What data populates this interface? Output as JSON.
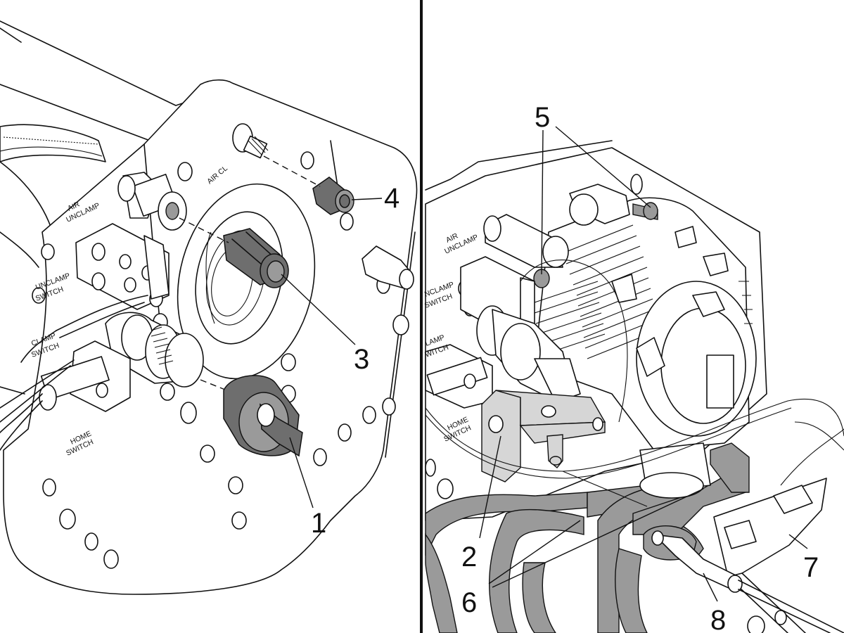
{
  "left_panel": {
    "labels": {
      "air_unclamp_1": "AIR",
      "air_unclamp_2": "UNCLAMP",
      "air_clamp": "AIR CL",
      "unclamp_switch_1": "UNCLAMP",
      "unclamp_switch_2": "SWITCH",
      "clamp_switch_1": "CLAMP",
      "clamp_switch_2": "SWITCH",
      "home_switch_1": "HOME",
      "home_switch_2": "SWITCH"
    },
    "callouts": {
      "c1": "1",
      "c3": "3",
      "c4": "4"
    }
  },
  "right_panel": {
    "labels": {
      "air_unclamp_1": "AIR",
      "air_unclamp_2": "UNCLAMP",
      "unclamp_switch_1": "NCLAMP",
      "unclamp_switch_2": "SWITCH",
      "clamp_switch_1": "LAMP",
      "clamp_switch_2": "WITCH",
      "home_switch_1": "HOME",
      "home_switch_2": "SWITCH"
    },
    "callouts": {
      "c2": "2",
      "c5": "5",
      "c6": "6",
      "c7": "7",
      "c8": "8"
    }
  }
}
